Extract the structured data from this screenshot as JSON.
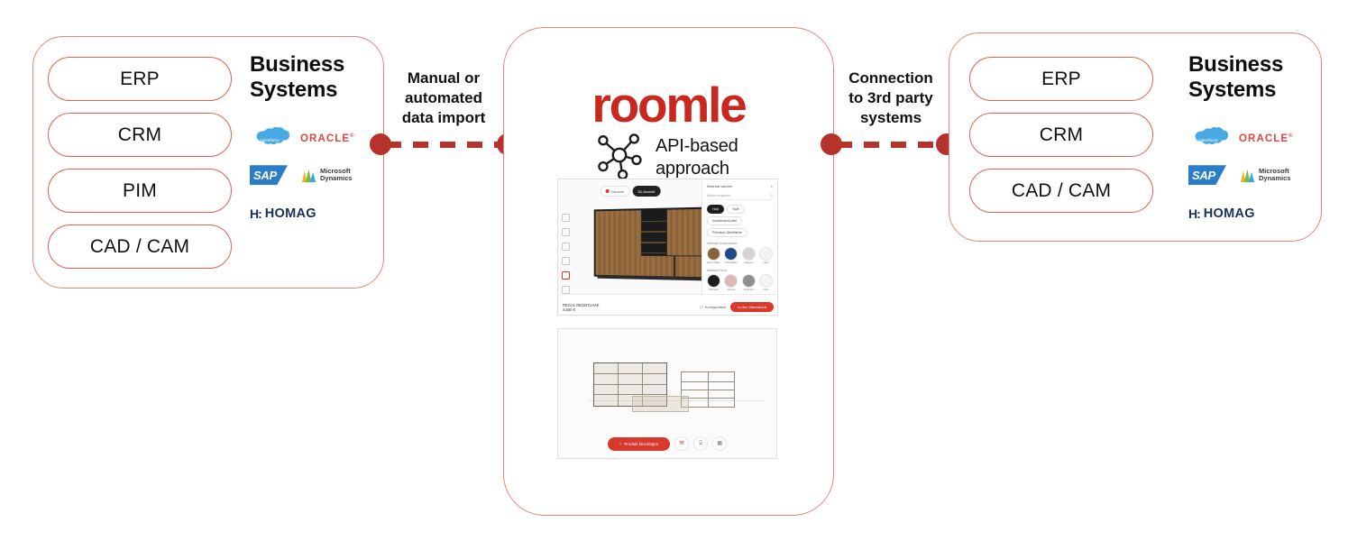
{
  "diagram": {
    "title": "Roomle API-based integration overview"
  },
  "left_panel": {
    "name": "left-business-systems-panel",
    "pills": [
      {
        "label": "ERP"
      },
      {
        "label": "CRM"
      },
      {
        "label": "PIM"
      },
      {
        "label": "CAD / CAM"
      }
    ],
    "heading_line1": "Business",
    "heading_line2": "Systems",
    "logos": [
      {
        "name": "salesforce-logo",
        "label": "salesforce"
      },
      {
        "name": "oracle-logo",
        "label": "ORACLE"
      },
      {
        "name": "sap-logo",
        "label": "SAP"
      },
      {
        "name": "microsoft-dynamics-logo",
        "label_line1": "Microsoft",
        "label_line2": "Dynamics"
      },
      {
        "name": "homag-logo",
        "label": "HOMAG",
        "mark": "H:"
      }
    ]
  },
  "right_panel": {
    "name": "right-business-systems-panel",
    "pills": [
      {
        "label": "ERP"
      },
      {
        "label": "CRM"
      },
      {
        "label": "CAD / CAM"
      }
    ],
    "heading_line1": "Business",
    "heading_line2": "Systems",
    "logos": [
      {
        "name": "salesforce-logo",
        "label": "salesforce"
      },
      {
        "name": "oracle-logo",
        "label": "ORACLE"
      },
      {
        "name": "sap-logo",
        "label": "SAP"
      },
      {
        "name": "microsoft-dynamics-logo",
        "label_line1": "Microsoft",
        "label_line2": "Dynamics"
      },
      {
        "name": "homag-logo",
        "label": "HOMAG",
        "mark": "H:"
      }
    ]
  },
  "connectors": {
    "left": {
      "label_line1": "Manual or",
      "label_line2": "automated",
      "label_line3": "data import"
    },
    "right": {
      "label_line1": "Connection",
      "label_line2": "to 3rd party",
      "label_line3": "systems"
    }
  },
  "center_panel": {
    "logo_text": "roomle",
    "tagline_line1": "API-based",
    "tagline_line2": "approach",
    "icon_name": "api-network-icon"
  },
  "configurator_screenshot": {
    "name": "product-configurator-screenshot",
    "topbar": {
      "edit_label": "Variante",
      "cta_label": "3D Ansicht"
    },
    "price_label": "REGAL REGBTLHAE",
    "price_value": "4.500 €",
    "share_label": "Konfiguration",
    "cta_label": "In den Warenkorb",
    "sidebar": {
      "title": "Material wählen",
      "search_placeholder": "Suche eingeben",
      "chips": [
        "Holz",
        "Stoff",
        "Kunstleder/Leder",
        "Premium Oberfläche"
      ],
      "group1_title": "Material Korpusfarbe",
      "group2_title": "Material Front",
      "swatches_group1": [
        {
          "label_line1": "Eiche Natur",
          "label_line2": "Dekor",
          "color": "#8a6239"
        },
        {
          "label_line1": "Kobaltblau",
          "label_line2": "Strukturlack",
          "color": "#1c4b85"
        },
        {
          "label_line1": "Hellgrau",
          "label_line2": "Soft Touch",
          "color": "#d4d4d4"
        },
        {
          "label_line1": "mehr",
          "label_line2": "anzeigen",
          "color": "#f4f4f4"
        }
      ],
      "swatches_group2": [
        {
          "label_line1": "Schwarz",
          "label_line2": "Strukturlack",
          "color": "#1d1d1d"
        },
        {
          "label_line1": "Altrosa",
          "label_line2": "Soft Touch",
          "color": "#dcb9b4"
        },
        {
          "label_line1": "Anthrazit",
          "label_line2": "Strukturlack",
          "color": "#8e8e8e"
        },
        {
          "label_line1": "mehr",
          "label_line2": "anzeigen",
          "color": "#f4f4f4"
        }
      ]
    }
  },
  "planner_screenshot": {
    "name": "room-planner-screenshot",
    "cta_label": "Produkt hinzufügen",
    "tools": [
      {
        "name": "furniture-tool-icon",
        "glyph": "⚒"
      },
      {
        "name": "delete-tool-icon",
        "glyph": "⌸"
      },
      {
        "name": "layout-tool-icon",
        "glyph": "▦"
      }
    ]
  },
  "colors": {
    "brand_red": "#c8281e",
    "panel_border": "#e8837a",
    "pill_border": "#e0604f",
    "connector": "#b5332a",
    "cta_red": "#d9382c",
    "homag_navy": "#16325c",
    "sap_blue": "#2a7dc9",
    "salesforce_blue": "#49a9e5",
    "oracle_red": "#e0453c"
  }
}
